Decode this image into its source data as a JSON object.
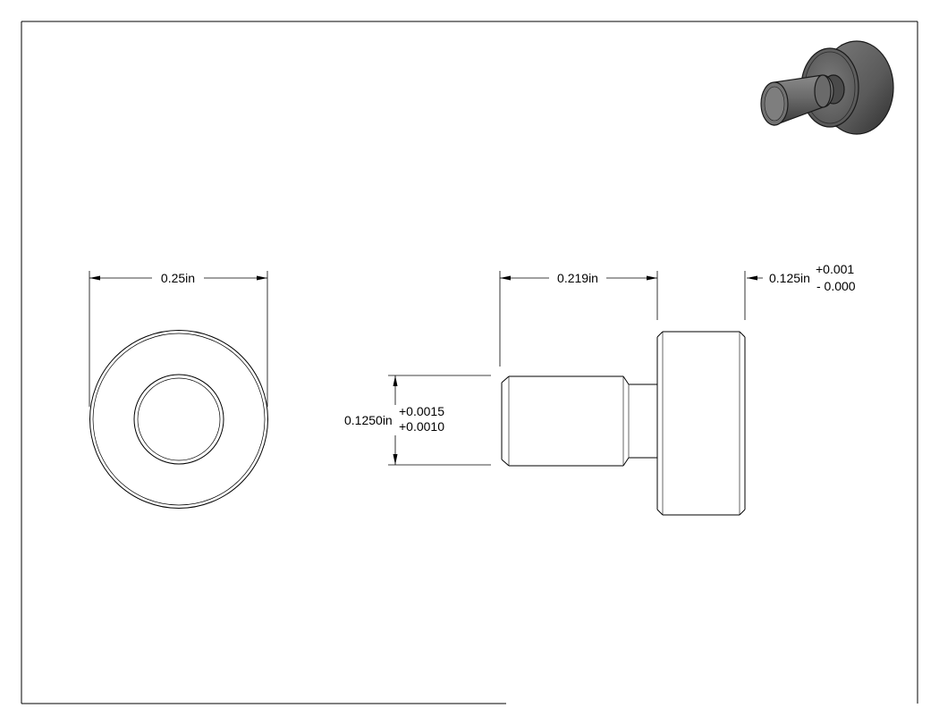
{
  "drawing": {
    "front_view": {
      "diameter": "0.25in"
    },
    "side_view": {
      "shank_length": "0.219in",
      "head_length": "0.125in",
      "head_tol_plus": "+0.001",
      "head_tol_minus": "- 0.000",
      "shank_diameter": "0.1250in",
      "shank_tol_upper": "+0.0015",
      "shank_tol_lower": "+0.0010"
    }
  },
  "colors": {
    "line": "#000000",
    "frame": "#000000",
    "render_body": "#6e6e6e",
    "render_dark": "#3c3c3c",
    "render_light": "#9a9a9a"
  }
}
